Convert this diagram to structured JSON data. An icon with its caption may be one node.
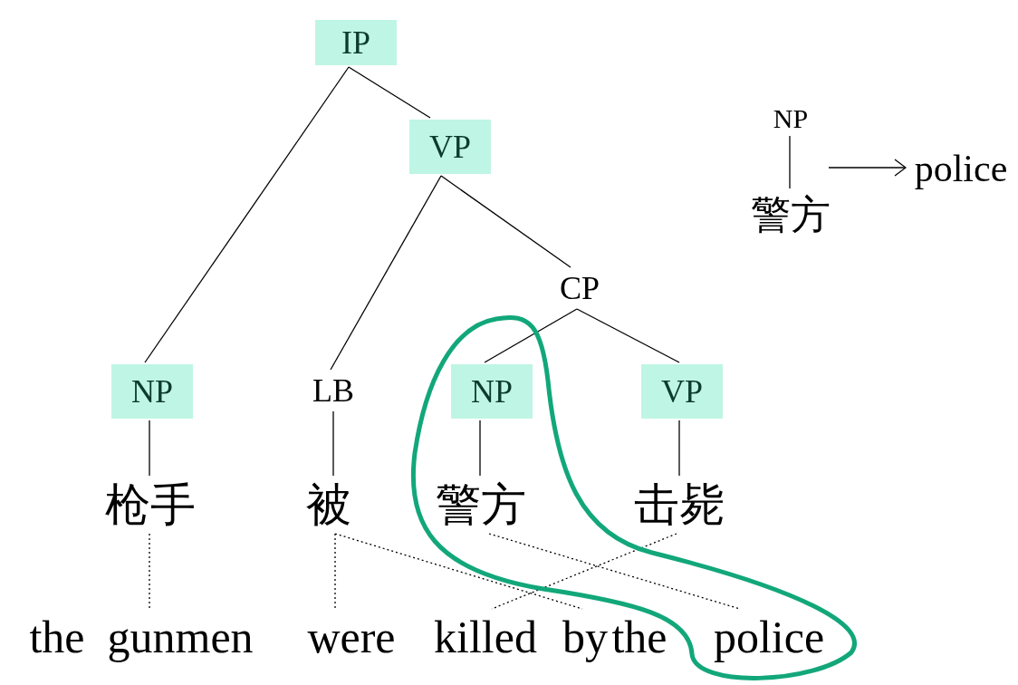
{
  "diagram": {
    "nodes": [
      {
        "text": [
          "IP"
        ]
      },
      {
        "text": [
          "VP"
        ]
      },
      {
        "text": [
          "CP"
        ]
      },
      {
        "text": [
          "NP"
        ]
      },
      {
        "text": [
          "LB"
        ]
      },
      {
        "text": [
          "NP"
        ]
      },
      {
        "text": [
          "VP"
        ]
      },
      {
        "text": [
          "枪手"
        ]
      },
      {
        "text": [
          "被"
        ]
      },
      {
        "text": [
          "警方"
        ]
      },
      {
        "text": [
          "击毙"
        ]
      },
      {
        "text": [
          "the  gunmen"
        ]
      },
      {
        "text": [
          "were"
        ]
      },
      {
        "text": [
          "killed"
        ]
      },
      {
        "text": [
          "by"
        ]
      },
      {
        "text": [
          "the"
        ]
      },
      {
        "text": [
          "police"
        ]
      },
      {
        "text": [
          "NP"
        ]
      },
      {
        "text": [
          "警方"
        ]
      },
      {
        "text": [
          "police"
        ]
      }
    ],
    "edges": [
      {
        "from": 0,
        "to": 1,
        "arrow": "none"
      },
      {
        "from": 0,
        "to": 3,
        "arrow": "none"
      },
      {
        "from": 1,
        "to": 4,
        "arrow": "none"
      },
      {
        "from": 1,
        "to": 2,
        "arrow": "none"
      },
      {
        "from": 2,
        "to": 5,
        "arrow": "none"
      },
      {
        "from": 2,
        "to": 6,
        "arrow": "none"
      },
      {
        "from": 3,
        "to": 7,
        "arrow": "none"
      },
      {
        "from": 4,
        "to": 8,
        "arrow": "none"
      },
      {
        "from": 5,
        "to": 9,
        "arrow": "none"
      },
      {
        "from": 6,
        "to": 10,
        "arrow": "none"
      },
      {
        "from": 7,
        "to": 11,
        "arrow": "none",
        "style": "dashed"
      },
      {
        "from": 8,
        "to": 12,
        "arrow": "none",
        "style": "dashed"
      },
      {
        "from": 8,
        "to": 14,
        "arrow": "none",
        "style": "dashed"
      },
      {
        "from": 9,
        "to": 16,
        "arrow": "none",
        "style": "dashed"
      },
      {
        "from": 10,
        "to": 13,
        "arrow": "none",
        "style": "dashed"
      },
      {
        "from": 17,
        "to": 18,
        "arrow": "none"
      },
      {
        "from": null,
        "to": 19,
        "arrow": "to"
      }
    ]
  }
}
